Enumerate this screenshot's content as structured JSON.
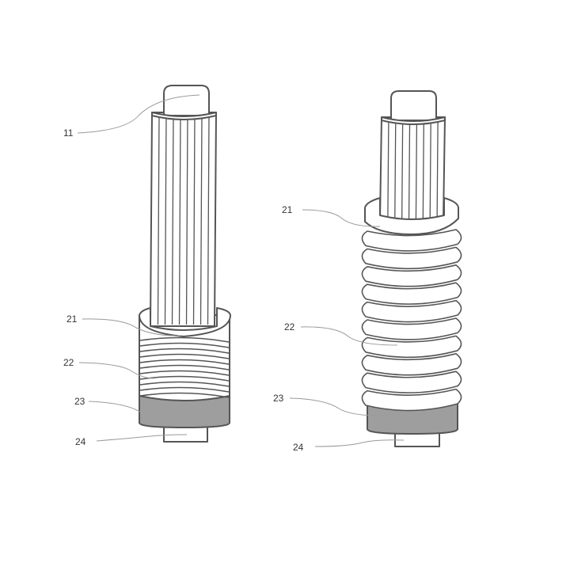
{
  "colors": {
    "stroke": "#555555",
    "band": "#9e9e9e",
    "leader": "#9a9a9a",
    "label": "#333333",
    "background": "#ffffff"
  },
  "left_figure": {
    "labels": {
      "core": "11",
      "sleeve_top": "21",
      "winding": "22",
      "band": "23",
      "tip": "24"
    }
  },
  "right_figure": {
    "labels": {
      "sleeve_top": "21",
      "winding": "22",
      "band": "23",
      "tip": "24"
    }
  }
}
